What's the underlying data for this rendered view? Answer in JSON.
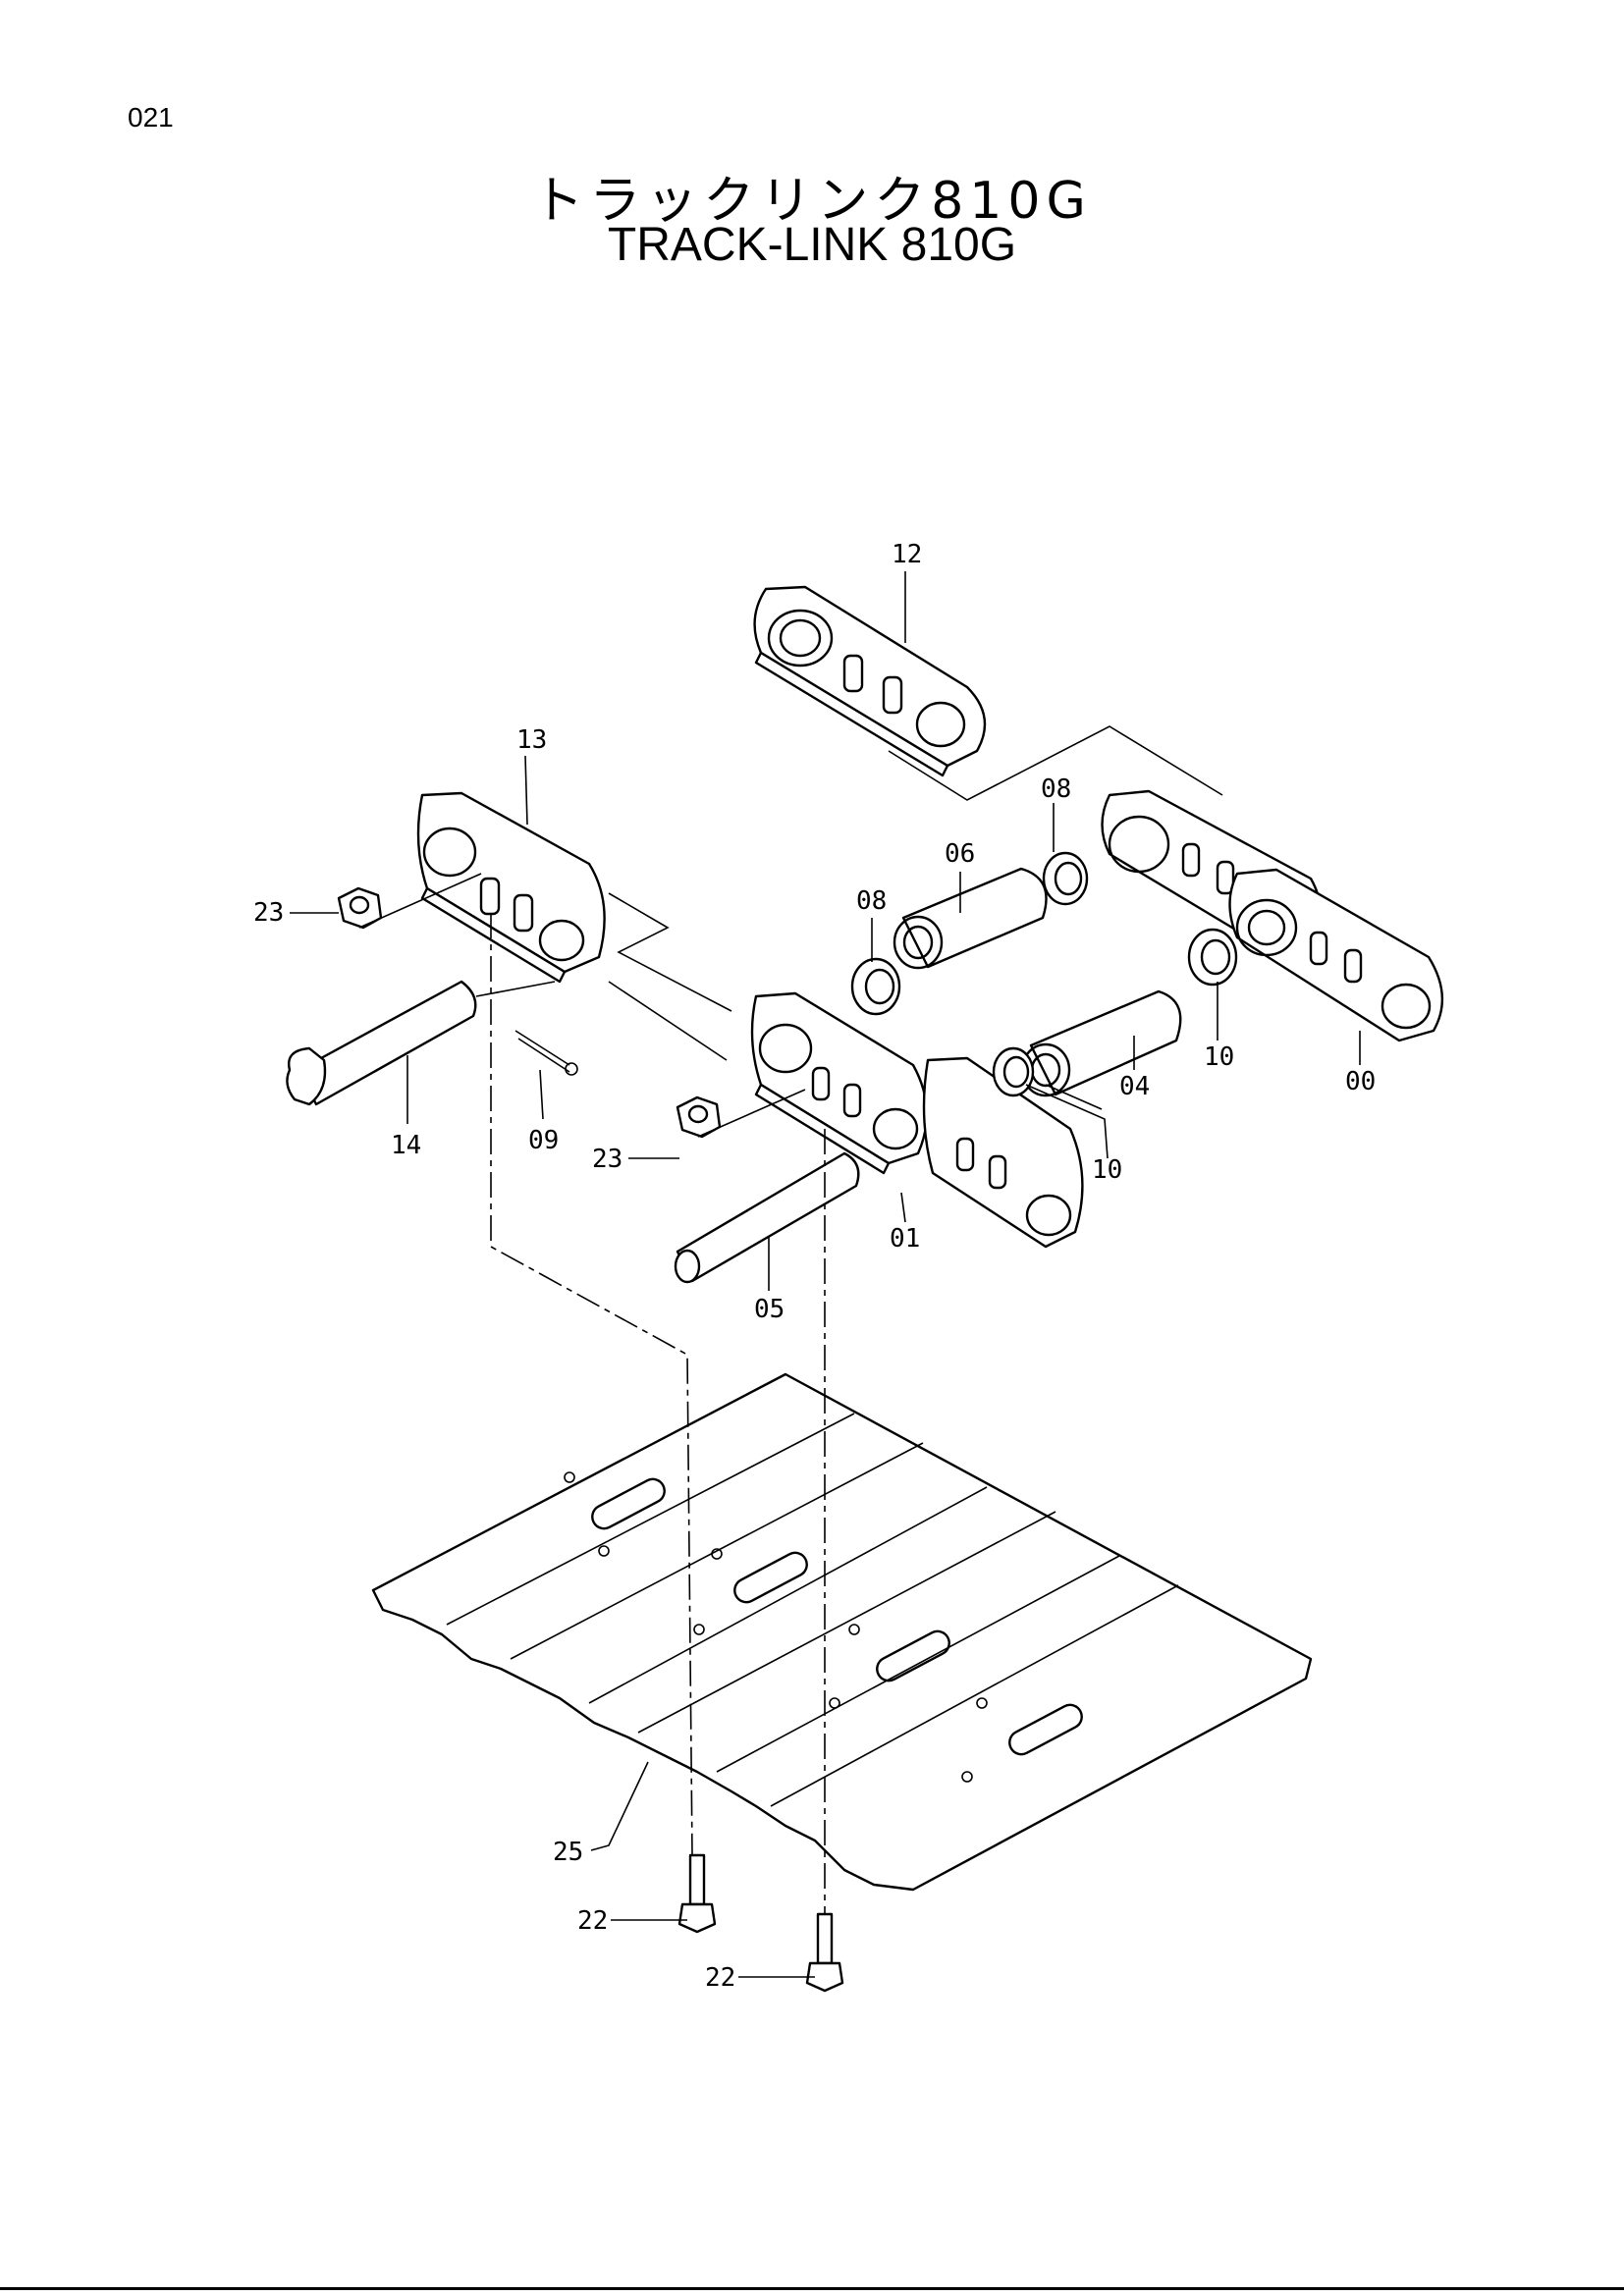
{
  "page_number": "021",
  "title_jp": "トラックリンク810G",
  "title_en": "TRACK-LINK 810G",
  "callouts": {
    "c12": "12",
    "c13": "13",
    "c08a": "08",
    "c06": "06",
    "c08b": "08",
    "c23a": "23",
    "c23b": "23",
    "c14": "14",
    "c09": "09",
    "c10a": "10",
    "c10b": "10",
    "c04": "04",
    "c00": "00",
    "c01": "01",
    "c05": "05",
    "c25": "25",
    "c22a": "22",
    "c22b": "22"
  }
}
